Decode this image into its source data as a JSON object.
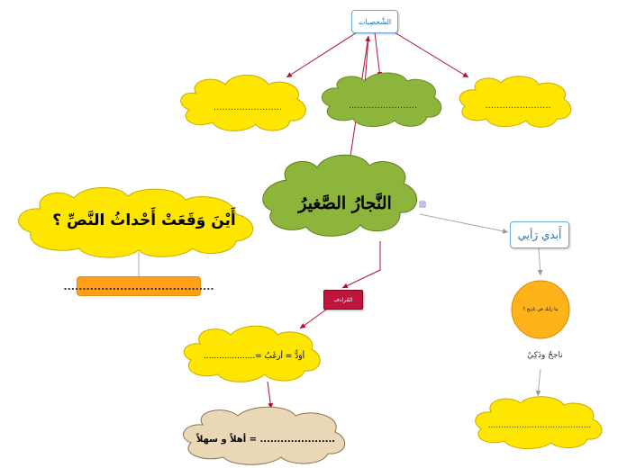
{
  "title": "النَّجارُ الصَّغيرُ",
  "characters_label": "الشَّخصِيات",
  "characters_blanks": [
    "........................",
    "........................",
    "......................."
  ],
  "place_question": "أَيْنَ وَقَعَتْ أَحْداثُ النَّصِّ ؟",
  "place_answer": "........................................",
  "opinion_label": "أَبدي رَأيي",
  "opinion_question": "ما رأيك في نادِيج ؟",
  "opinion_hint": "ناجحٌ وذَكِيٌ",
  "opinion_answer": "........................................",
  "vocab_label": "المُرادف",
  "vocab_item1": "أوَدُّ = أرغَبُ =....................",
  "vocab_item2": "...................... = أهلاً و سهلاً",
  "colors": {
    "yellow_cloud": "#ffe600",
    "green_cloud": "#8db53c",
    "tan_cloud": "#ead7b5",
    "orange_circle": "#ffb31a",
    "vocab_box": "#c0143c",
    "answer_box": "#ff9f1a",
    "connector_red": "#b01030",
    "connector_grey": "#aaaaaa",
    "box_text_blue": "#1f6fb2"
  }
}
